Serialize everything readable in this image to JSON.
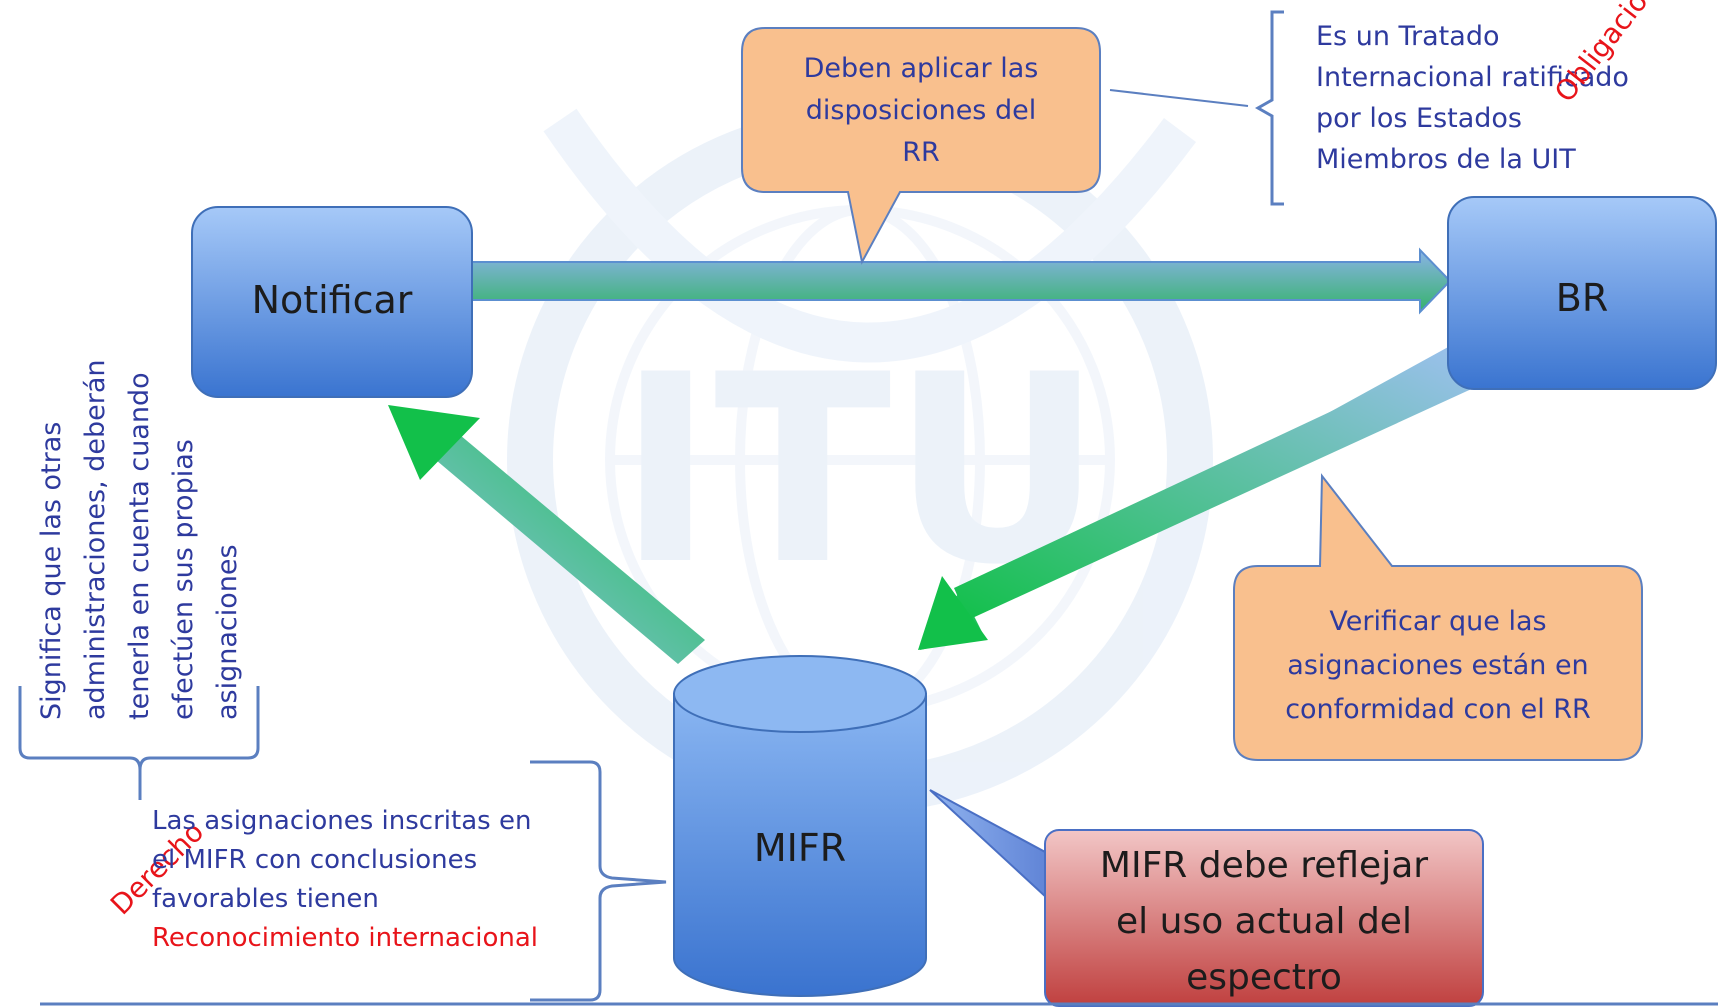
{
  "watermark": {
    "text": "ITU",
    "description": "faded ITU emblem watermark"
  },
  "nodes": {
    "notificar": {
      "label": "Notificar"
    },
    "br": {
      "label": "BR"
    },
    "mifr": {
      "label": "MIFR"
    }
  },
  "callouts": {
    "deben": {
      "lines": [
        "Deben aplicar las",
        "disposiciones del",
        "RR"
      ]
    },
    "verificar": {
      "lines": [
        "Verificar que las",
        "asignaciones están en",
        "conformidad con el RR"
      ]
    },
    "mifr_uso": {
      "lines": [
        "MIFR debe reflejar",
        "el uso actual del",
        "espectro"
      ]
    }
  },
  "tratado": {
    "lines": [
      "Es un Tratado",
      "Internacional ratificado",
      "por los Estados",
      "Miembros de la UIT"
    ]
  },
  "obligacion": {
    "label": "Obligación"
  },
  "significa": {
    "lines": [
      "Significa que las otras",
      "administraciones, deberán",
      "tenerla en cuenta cuando",
      "efectúen sus propias",
      "asignaciones"
    ]
  },
  "derecho": {
    "label": "Derecho"
  },
  "asignaciones_inscritas": {
    "lines": [
      "Las asignaciones inscritas en",
      "el MIFR con conclusiones",
      "favorables tienen"
    ],
    "highlight": "Reconocimiento internacional"
  },
  "colors": {
    "node_top": "#9cc3f7",
    "node_bottom": "#3d78d4",
    "callout_fill": "#f9c08e",
    "callout_stroke": "#5b7fc0",
    "arrow_green": "#1fbf4a",
    "arrow_blue": "#8fb5ea",
    "red_box_top": "#6e8fd8",
    "red_box_bottom": "#c24a4a",
    "text_blue": "#2e3a9e",
    "accent_red": "#e8141a"
  }
}
